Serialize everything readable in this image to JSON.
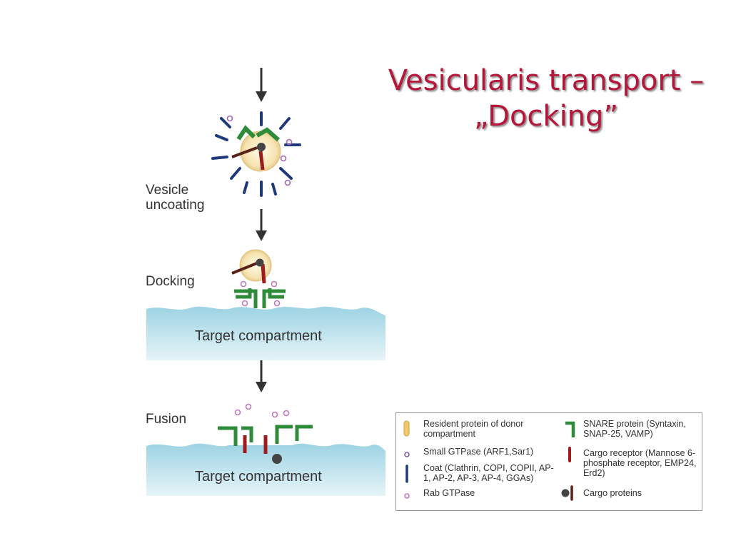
{
  "title": {
    "line1": "Vesicularis transport –",
    "line2": "„Docking”"
  },
  "diagram": {
    "steps": {
      "uncoating_line1": "Vesicle",
      "uncoating_line2": "uncoating",
      "docking": "Docking",
      "fusion": "Fusion"
    },
    "target_compartment": "Target compartment"
  },
  "legend": {
    "items": [
      {
        "icon": "resident-protein-icon",
        "label": "Resident protein of donor compartment",
        "color": "#f2c86a"
      },
      {
        "icon": "small-gtpase-icon",
        "label": "Small GTPase (ARF1,Sar1)",
        "color": "#8a5aa8"
      },
      {
        "icon": "coat-icon",
        "label": "Coat (Clathrin, COPI, COPII, AP-1, AP-2, AP-3, AP-4, GGAs)",
        "color": "#1f3a7a"
      },
      {
        "icon": "rab-gtpase-icon",
        "label": "Rab GTPase",
        "color": "#c078c0"
      },
      {
        "icon": "snare-protein-icon",
        "label": "SNARE protein (Syntaxin, SNAP-25, VAMP)",
        "color": "#2e8b3a"
      },
      {
        "icon": "cargo-receptor-icon",
        "label": "Cargo receptor (Mannose 6-phosphate receptor, EMP24, Erd2)",
        "color": "#a01c1c"
      },
      {
        "icon": "cargo-proteins-icon",
        "label": "Cargo proteins",
        "color": "#444444"
      }
    ]
  }
}
